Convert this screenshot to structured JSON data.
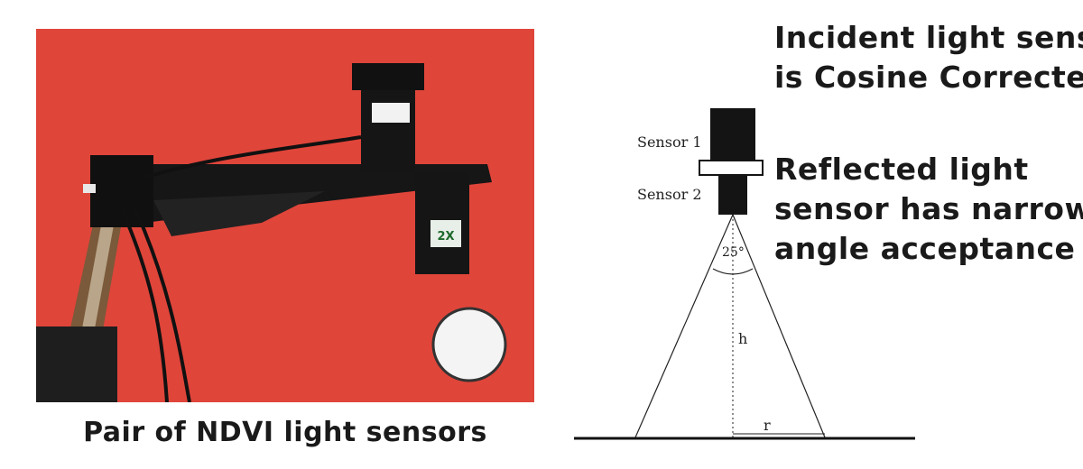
{
  "photo": {
    "caption": "Pair of NDVI light sensors",
    "sensor_tag": "2X"
  },
  "diagram": {
    "sensor1_label": "Sensor 1",
    "sensor2_label": "Sensor 2",
    "angle_label": "25°",
    "height_label": "h",
    "radius_label": "r"
  },
  "headings": {
    "incident_line1": "Incident light sensor",
    "incident_line2": "is Cosine Corrected",
    "reflected_line1": "Reflected light",
    "reflected_line2": "sensor has narrow",
    "reflected_line3": "angle acceptance"
  },
  "colors": {
    "photo_background": "#e0453a",
    "sensor_body": "#141414",
    "text": "#1a1a1a"
  }
}
